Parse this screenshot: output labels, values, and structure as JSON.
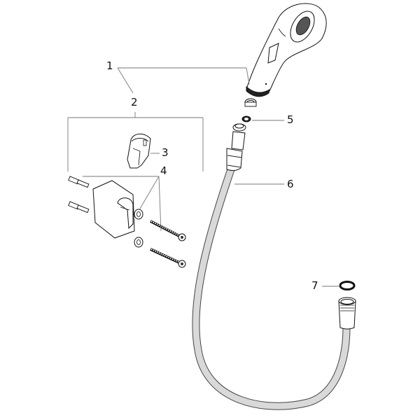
{
  "diagram": {
    "type": "exploded-parts-diagram",
    "subject": "hand shower set with hose and wall holder",
    "callouts": [
      {
        "number": "1",
        "part": "hand-shower"
      },
      {
        "number": "2",
        "part": "wall-holder-set"
      },
      {
        "number": "3",
        "part": "holder-clip-insert"
      },
      {
        "number": "4",
        "part": "mounting-kit-dowels-washers-screws"
      },
      {
        "number": "5",
        "part": "flow-restrictor-seal"
      },
      {
        "number": "6",
        "part": "shower-hose"
      },
      {
        "number": "7",
        "part": "hose-seal-ring"
      }
    ]
  },
  "labels": {
    "c1": "1",
    "c2": "2",
    "c3": "3",
    "c4": "4",
    "c5": "5",
    "c6": "6",
    "c7": "7"
  }
}
